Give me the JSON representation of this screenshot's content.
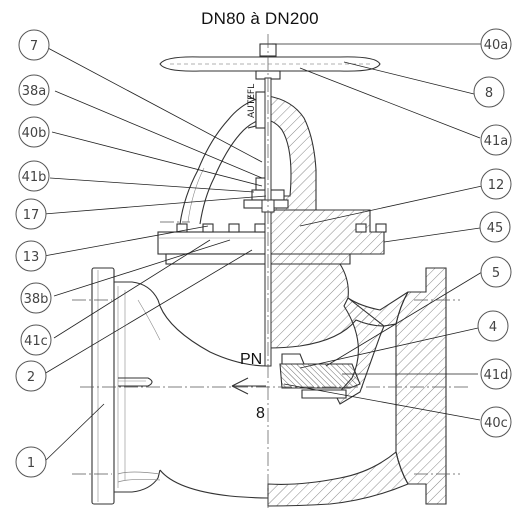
{
  "title": "DN80 à DN200",
  "callouts": {
    "c7": "7",
    "c38a": "38a",
    "c40b": "40b",
    "c41b": "41b",
    "c17": "17",
    "c13": "13",
    "c38b": "38b",
    "c41c": "41c",
    "c2": "2",
    "c1": "1",
    "c40a": "40a",
    "c8": "8",
    "c41a": "41a",
    "c12": "12",
    "c45": "45",
    "c5": "5",
    "c4": "4",
    "c41d": "41d",
    "c40c": "40c"
  },
  "markings": {
    "pn": "PN",
    "size": "8",
    "bonnet_text": "AUTEFL"
  }
}
